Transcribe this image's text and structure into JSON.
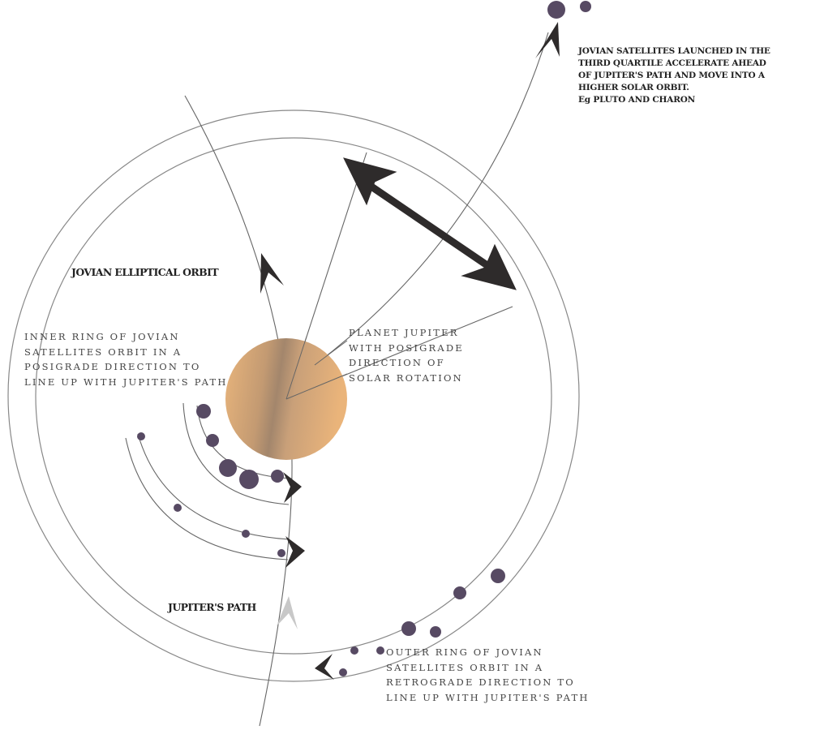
{
  "colors": {
    "satellite": "#574a63",
    "jupiter_light": "#e8b57e",
    "jupiter_dark": "#a3866c",
    "line": "#777777",
    "arrow": "#2e2b2b",
    "path_arrow": "#c8c8c8"
  },
  "labels": {
    "accelerate_note": [
      "JOVIAN SATELLITES LAUNCHED IN THE",
      "THIRD QUARTILE ACCELERATE AHEAD",
      "OF JUPITER'S PATH AND MOVE INTO A",
      "HIGHER SOLAR ORBIT.",
      "Eg PLUTO AND CHARON"
    ],
    "elliptical_orbit": "JOVIAN ELLIPTICAL ORBIT",
    "inner_ring": [
      "INNER RING OF JOVIAN",
      "SATELLITES ORBIT IN A",
      "POSIGRADE DIRECTION TO",
      "LINE UP WITH JUPITER'S PATH"
    ],
    "planet": [
      "PLANET JUPITER",
      "WITH POSIGRADE",
      "DIRECTION OF",
      "SOLAR ROTATION"
    ],
    "jupiters_path": "JUPITER'S PATH",
    "outer_ring": [
      "OUTER RING OF JOVIAN",
      "SATELLITES ORBIT IN A",
      "RETROGRADE DIRECTION TO",
      "LINE UP WITH JUPITER'S PATH"
    ]
  }
}
